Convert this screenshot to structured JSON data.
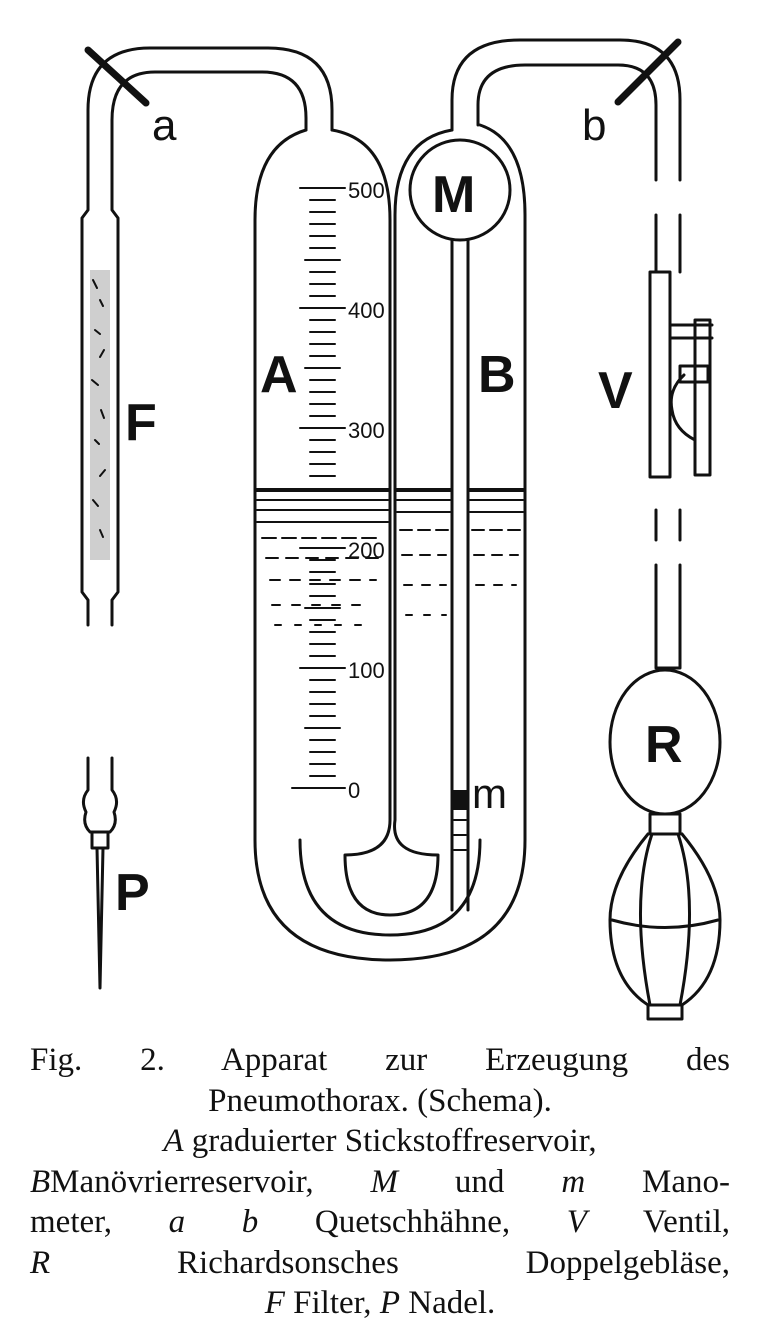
{
  "labels": {
    "a": "a",
    "b": "b",
    "M": "M",
    "A": "A",
    "B": "B",
    "F": "F",
    "V": "V",
    "R": "R",
    "m": "m",
    "P": "P"
  },
  "scale": [
    "500",
    "400",
    "300",
    "200",
    "100",
    "0"
  ],
  "caption": {
    "line1": "Fig. 2.  Apparat zur Erzeugung des",
    "line2": "Pneumothorax. (Schema).",
    "line3_a": "A",
    "line3_text": " graduierter Stickstoffreservoir,",
    "line4_b": "B",
    "line4_text1": "Manövrierreservoir, ",
    "line4_m1": "M",
    "line4_text2": " und ",
    "line4_m2": "m",
    "line4_text3": " Mano-",
    "line5_text1": "meter, ",
    "line5_ab": "a b",
    "line5_text2": " Quetschhähne, ",
    "line5_v": "V",
    "line5_text3": " Ventil,",
    "line6_r": "R",
    "line6_text": "  Richardsonsches  Doppelgebläse,",
    "line7_f": "F",
    "line7_text1": " Filter, ",
    "line7_p": "P",
    "line7_text2": " Nadel."
  }
}
